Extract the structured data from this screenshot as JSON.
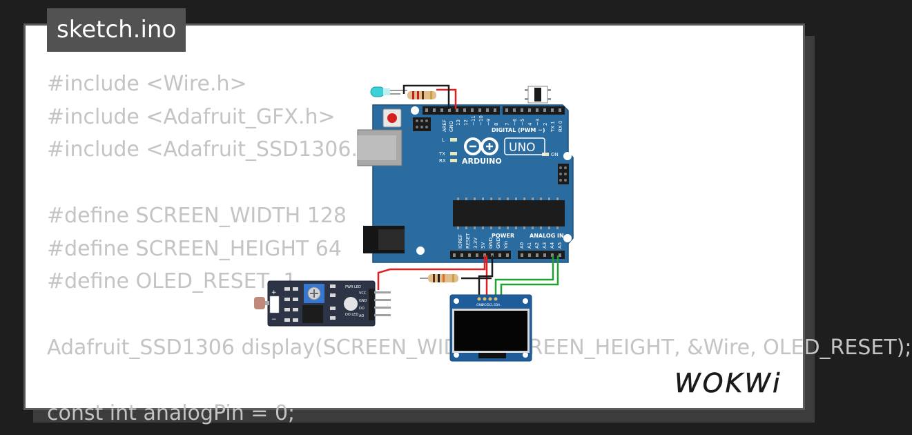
{
  "file": {
    "name": "sketch.ino"
  },
  "code": {
    "lines": [
      "#include <Wire.h>",
      "#include <Adafruit_GFX.h>",
      "#include <Adafruit_SSD1306.h>",
      "",
      "#define SCREEN_WIDTH 128",
      "#define SCREEN_HEIGHT 64",
      "#define OLED_RESET -1",
      "",
      "Adafruit_SSD1306 display(SCREEN_WIDTH, SCREEN_HEIGHT, &Wire, OLED_RESET);",
      "",
      "const int analogPin = 0;"
    ]
  },
  "board": {
    "brand": "ARDUINO",
    "model": "UNO",
    "digital_header": "DIGITAL (PWM ~)",
    "power_header": "POWER",
    "analog_header": "ANALOG IN",
    "on_label": "ON",
    "l_label": "L",
    "tx_label": "TX",
    "rx_label": "RX",
    "digital_pins": [
      "AREF",
      "GND",
      "13",
      "12",
      "~11",
      "~10",
      "~9",
      "8",
      "7",
      "~6",
      "~5",
      "4",
      "~3",
      "2",
      "TX 1",
      "RX 0"
    ],
    "power_pins": [
      "IOREF",
      "RESET",
      "3.3V",
      "5V",
      "GND",
      "GND",
      "Vin"
    ],
    "analog_pins": [
      "A0",
      "A1",
      "A2",
      "A3",
      "A4",
      "A5"
    ]
  },
  "sensor": {
    "pins": [
      "VCC",
      "GND",
      "DO",
      "AO"
    ],
    "pwr_led": "PWR LED",
    "do_led": "DO LED",
    "plus": "+",
    "minus": "−"
  },
  "oled": {
    "pins": [
      "GND",
      "VCC",
      "SCL",
      "SDA"
    ]
  },
  "branding": {
    "logo": "WOKWi"
  },
  "colors": {
    "board": "#2a6ba0",
    "sensor": "#2c3446",
    "oled": "#1f5c9a",
    "wire_red": "#e02020",
    "wire_black": "#1a1a1a",
    "wire_green": "#20a030",
    "code_text": "#c4c4c4"
  }
}
